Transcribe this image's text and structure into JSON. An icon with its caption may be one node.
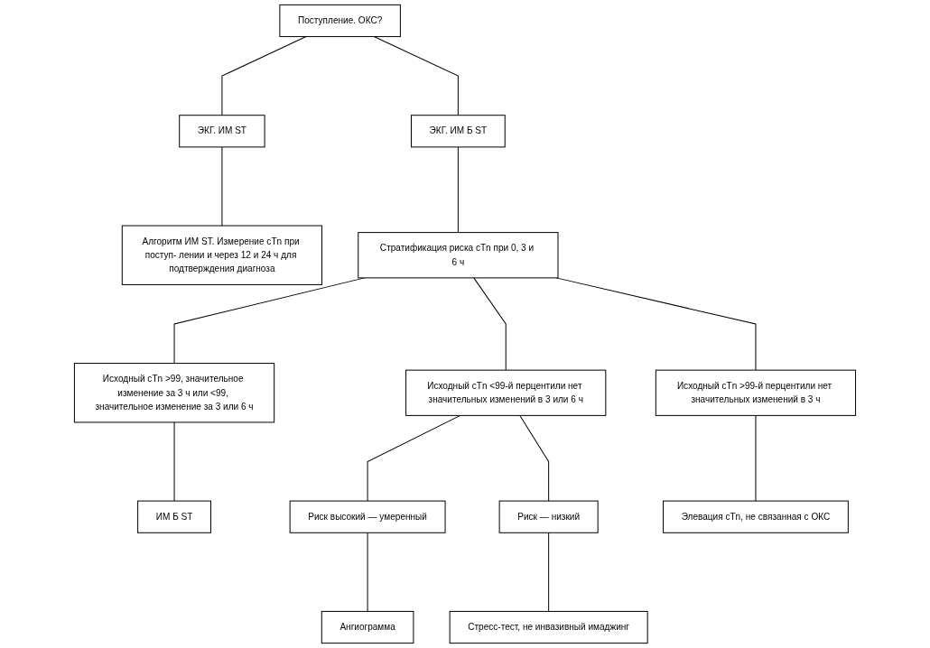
{
  "diagram": {
    "nodes": [
      {
        "text": [
          "Поступление. ОКС?"
        ]
      },
      {
        "text": [
          "ЭКГ. ИМ ST"
        ]
      },
      {
        "text": [
          "ЭКГ. ИМ Б ST"
        ]
      },
      {
        "text": [
          "Алгоритм ИМ ST. Измерение cTn при поступ- лении и через 12 и 24 ч для подтверждения диагноза"
        ]
      },
      {
        "text": [
          "Стратификация риска cTn при 0, 3 и 6 ч"
        ]
      },
      {
        "text": [
          "Исходный cTn >99, значительное изменение за 3 ч или <99, значительное изменение за 3 или 6 ч"
        ]
      },
      {
        "text": [
          "Исходный cTn <99-й перцентили нет значительных изменений в 3 или 6 ч"
        ]
      },
      {
        "text": [
          "Исходный cTn >99-й перцентили нет значительных изменений в 3 ч"
        ]
      },
      {
        "text": [
          "ИМ Б ST"
        ]
      },
      {
        "text": [
          "Риск высокий — умеренный"
        ]
      },
      {
        "text": [
          "Риск — низкий"
        ]
      },
      {
        "text": [
          "Элевация cTn, не связанная с ОКС"
        ]
      },
      {
        "text": [
          "Ангиограмма"
        ]
      },
      {
        "text": [
          "Стресс-тест, не инвазивный имаджинг"
        ]
      }
    ],
    "edges": [
      {
        "from": 0,
        "to": 1,
        "arrow": "none"
      },
      {
        "from": 0,
        "to": 2,
        "arrow": "none"
      },
      {
        "from": 1,
        "to": 3,
        "arrow": "none"
      },
      {
        "from": 2,
        "to": 4,
        "arrow": "none"
      },
      {
        "from": 4,
        "to": 5,
        "arrow": "none"
      },
      {
        "from": 4,
        "to": 6,
        "arrow": "none"
      },
      {
        "from": 4,
        "to": 7,
        "arrow": "none"
      },
      {
        "from": 5,
        "to": 8,
        "arrow": "none"
      },
      {
        "from": 6,
        "to": 9,
        "arrow": "none"
      },
      {
        "from": 6,
        "to": 10,
        "arrow": "none"
      },
      {
        "from": 7,
        "to": 11,
        "arrow": "none"
      },
      {
        "from": 9,
        "to": 12,
        "arrow": "none"
      },
      {
        "from": 10,
        "to": 13,
        "arrow": "none"
      }
    ]
  }
}
